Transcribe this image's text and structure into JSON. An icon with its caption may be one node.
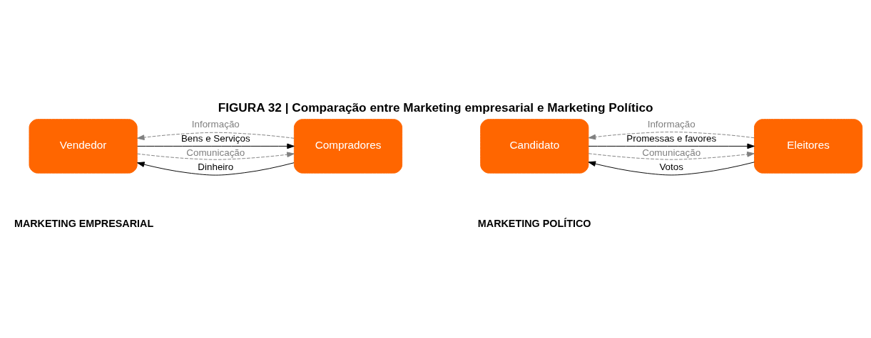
{
  "diagram": {
    "title": "FIGURA 32 | Comparação entre Marketing empresarial e Marketing Político",
    "nodes": [
      {
        "text": [
          "Vendedor"
        ]
      },
      {
        "text": [
          "Compradores"
        ]
      },
      {
        "text": [
          "Candidato"
        ]
      },
      {
        "text": [
          "Eleitores"
        ]
      }
    ],
    "edges": [
      {
        "from": 0,
        "to": 1,
        "arrow": "to",
        "label": "Comunicação",
        "style": "dashed",
        "color": "#808080"
      },
      {
        "from": 0,
        "to": 1,
        "arrow": "to",
        "label": "Bens e Serviços",
        "color": "#000000"
      },
      {
        "from": 1,
        "to": 0,
        "arrow": "to",
        "label": "Dinheiro",
        "color": "#000000"
      },
      {
        "from": 1,
        "to": 0,
        "arrow": "to",
        "label": "Informação",
        "style": "dashed",
        "color": "#808080"
      },
      {
        "from": 2,
        "to": 3,
        "arrow": "to",
        "label": "Comunicação",
        "style": "dashed",
        "color": "#808080"
      },
      {
        "from": 2,
        "to": 3,
        "arrow": "to",
        "label": "Promessas e favores",
        "color": "#000000"
      },
      {
        "from": 3,
        "to": 2,
        "arrow": "to",
        "label": "Votos",
        "color": "#000000"
      },
      {
        "from": 3,
        "to": 2,
        "arrow": "to",
        "label": "Informação",
        "style": "dashed",
        "color": "#808080"
      }
    ],
    "labels": [
      "MARKETING EMPRESARIAL",
      "MARKETING POLÍTICO"
    ]
  }
}
